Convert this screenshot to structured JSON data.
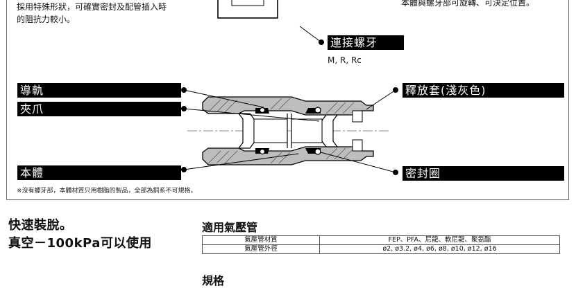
{
  "description": {
    "line1": "採用特殊形狀，可確實密封及配管插入時",
    "line2": "的阻抗力較小。",
    "right_line": "本體與螺牙部可旋轉、可決定位置。"
  },
  "labels": {
    "thread": "連接螺牙",
    "thread_types": "M, R, Rc",
    "guide": "導軌",
    "claw": "夾爪",
    "body": "本體",
    "release_sleeve": "釋放套(淺灰色)",
    "seal": "密封圈"
  },
  "footnote": "※沒有螺牙部，本體材質只用樹脂的製品，全部為銅系不可規格。",
  "features": {
    "line1": "快速裝脫。",
    "line2": "真空－100kPa可以使用"
  },
  "tube_section": {
    "title": "適用氣壓管",
    "rows": [
      {
        "header": "氣壓管材質",
        "value": "FEP、PFA、尼龍、軟尼龍、聚氨酯"
      },
      {
        "header": "氣壓管外徑",
        "value": "ø2, ø3.2, ø4, ø6, ø8, ø10, ø12, ø16"
      }
    ]
  },
  "spec_section": {
    "title": "規格"
  }
}
